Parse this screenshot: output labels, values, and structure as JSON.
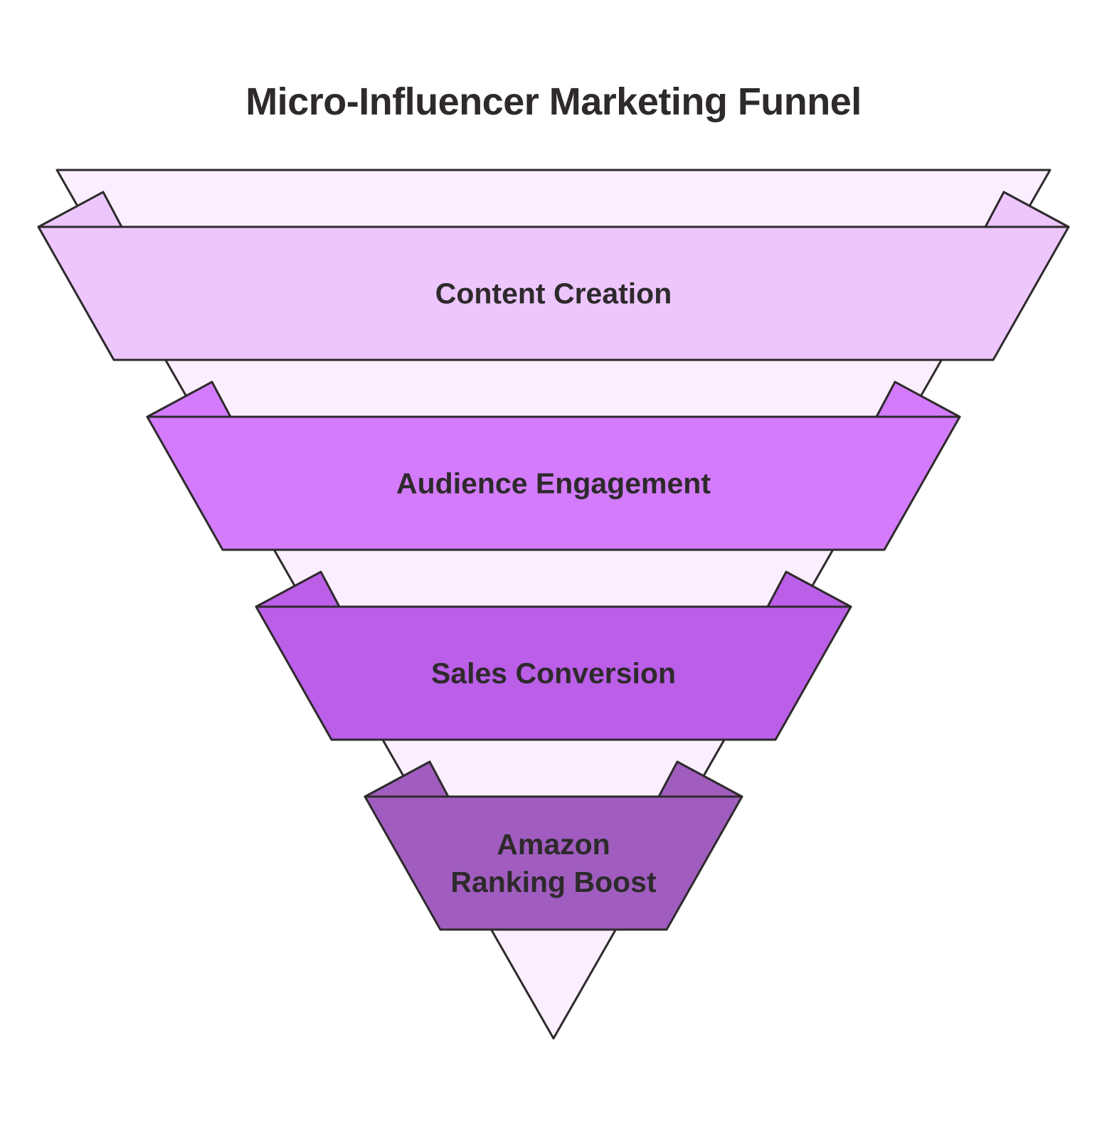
{
  "title": "Micro-Influencer Marketing Funnel",
  "colors": {
    "funnel_body": "#fbeefe",
    "outline": "#2e2a2c",
    "text": "#2e2a2c"
  },
  "stages": [
    {
      "label_lines": [
        "Content Creation"
      ],
      "color": "#ecc6fd"
    },
    {
      "label_lines": [
        "Audience Engagement"
      ],
      "color": "#d37bfb"
    },
    {
      "label_lines": [
        "Sales Conversion"
      ],
      "color": "#bb5ee8"
    },
    {
      "label_lines": [
        "Amazon",
        "Ranking Boost"
      ],
      "color": "#a05dbf"
    }
  ]
}
